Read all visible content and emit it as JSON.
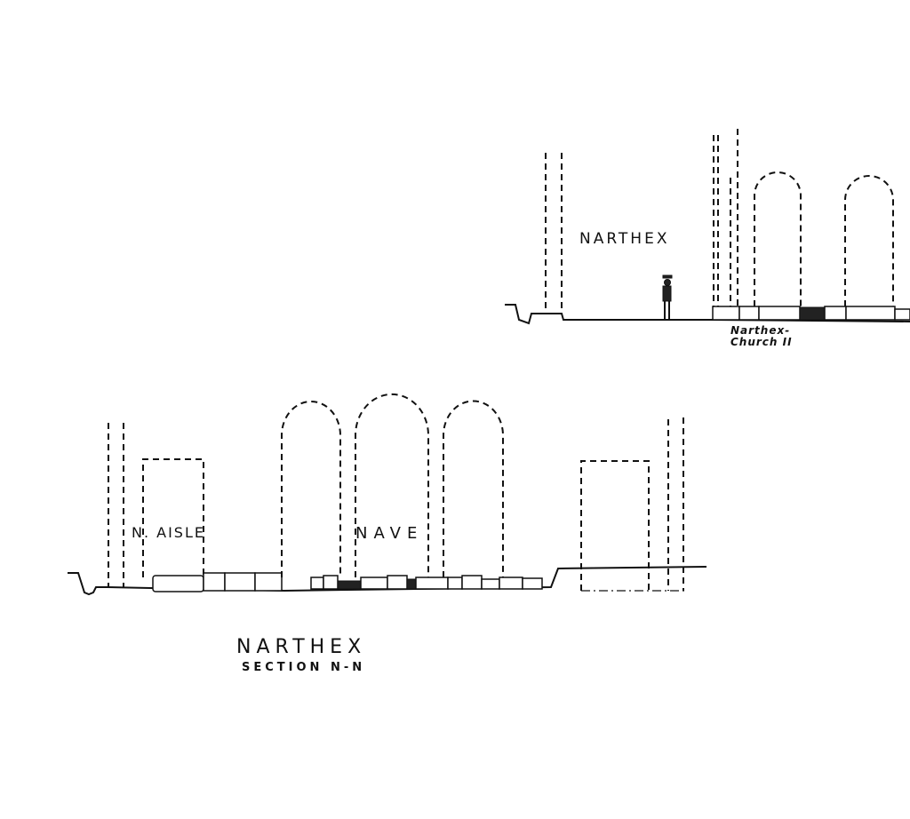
{
  "upper_section": {
    "room_label": "NARTHEX",
    "note_line1": "Narthex-",
    "note_line2": "Church II"
  },
  "lower_section": {
    "aisle_label": "N. AISLE",
    "nave_label": "NAVE"
  },
  "caption": {
    "title": "NARTHEX",
    "subtitle": "SECTION N-N"
  }
}
